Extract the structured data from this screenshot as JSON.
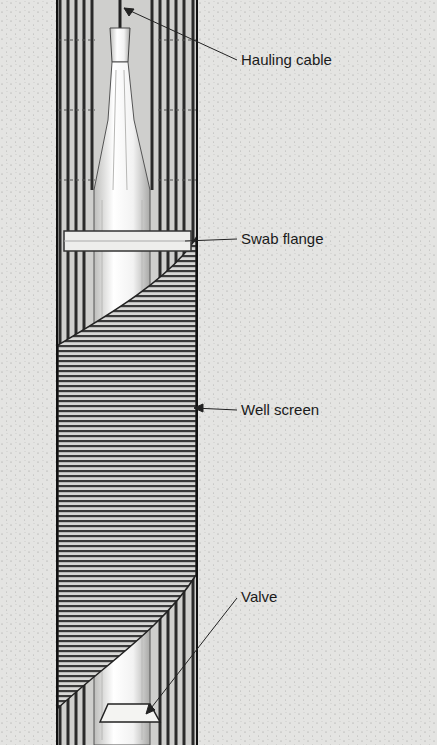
{
  "diagram": {
    "labels": [
      "Hauling cable",
      "Swab flange",
      "Well screen",
      "Valve"
    ]
  }
}
